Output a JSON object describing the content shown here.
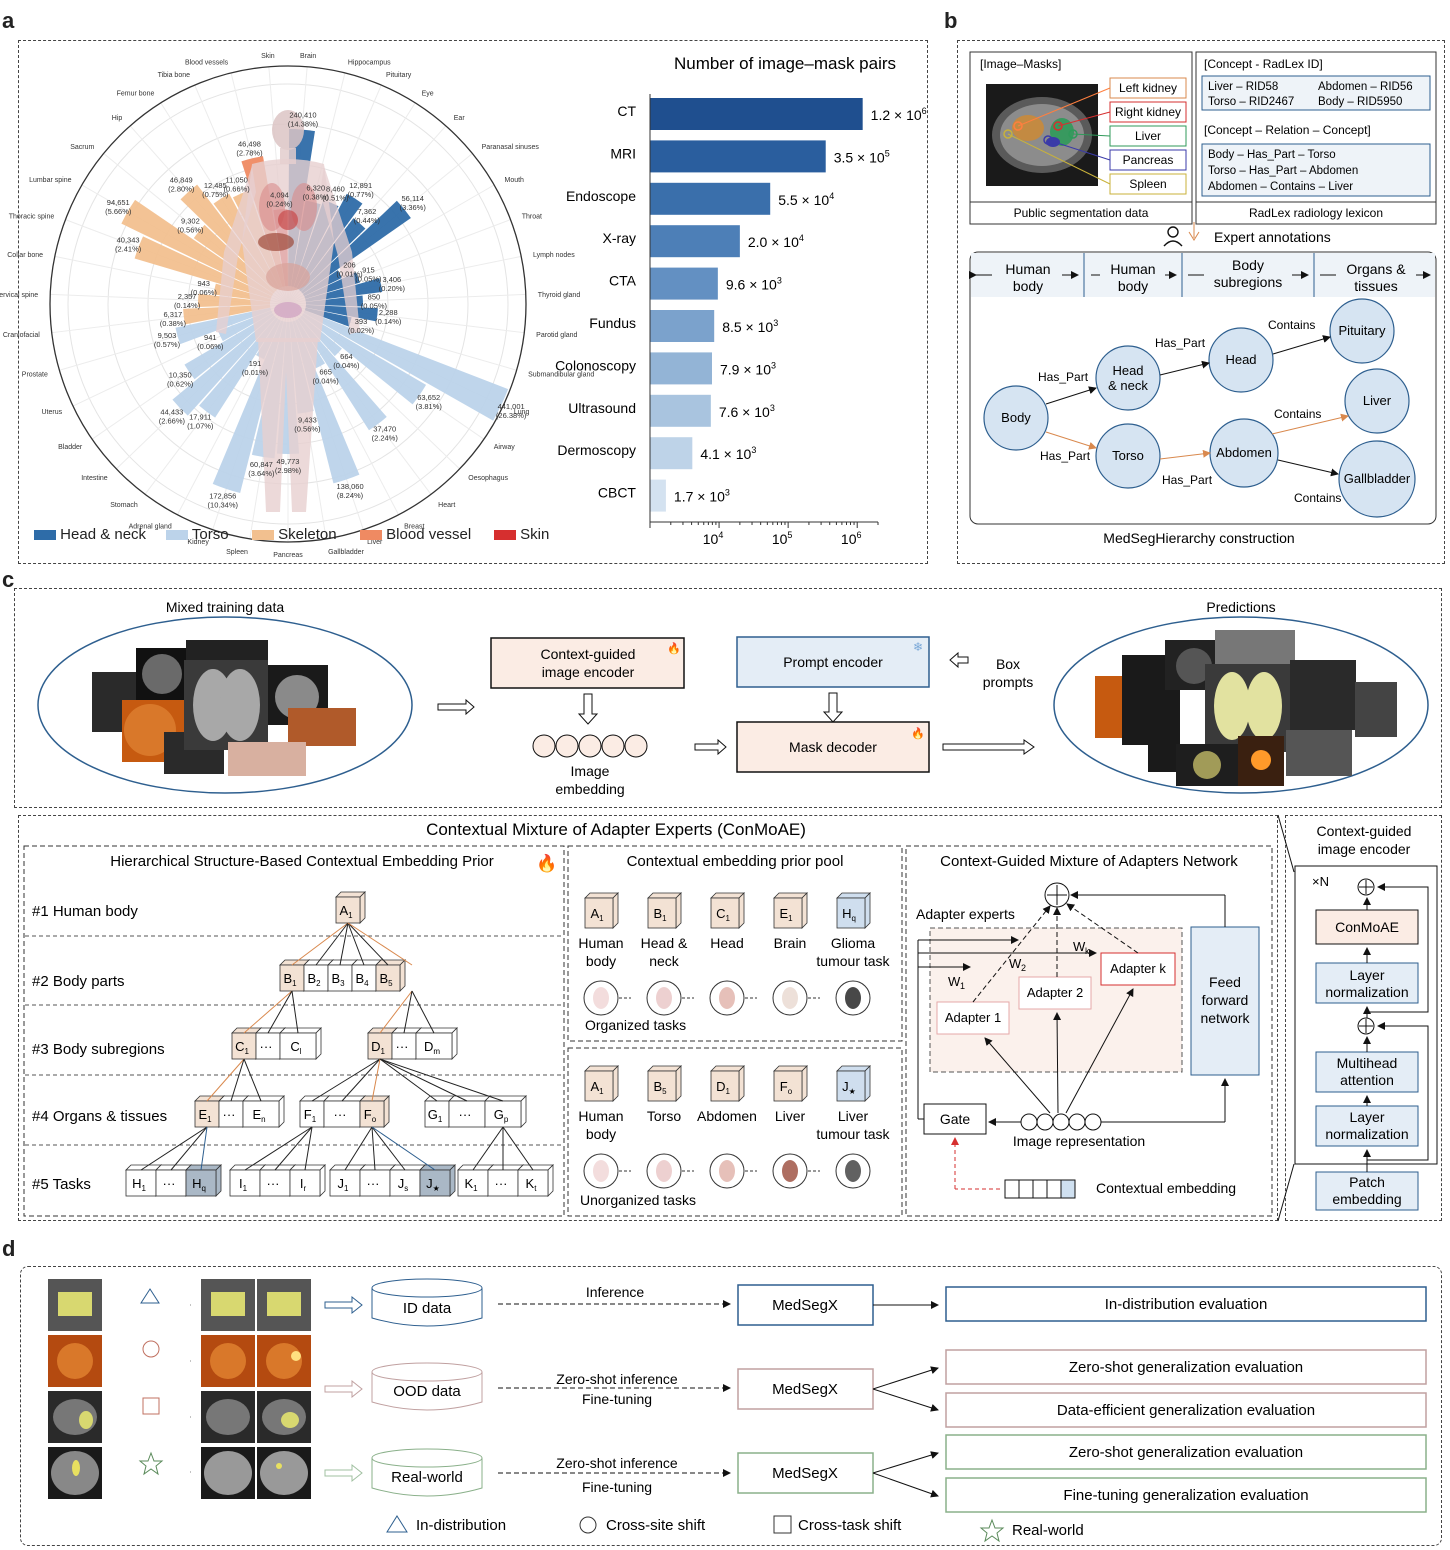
{
  "panels": {
    "a": "a",
    "b": "b",
    "c": "c",
    "d": "d"
  },
  "radial": {
    "categories": [
      {
        "label": "Brain",
        "value": "240,410",
        "pct": "(14.38%)",
        "group": "head",
        "len": 175
      },
      {
        "label": "Hippocampus",
        "value": "6,320",
        "pct": "(0.38%)",
        "group": "head",
        "len": 105
      },
      {
        "label": "Pituitary",
        "value": "8,460",
        "pct": "(0.51%)",
        "group": "head",
        "len": 110
      },
      {
        "label": "Eye",
        "value": "12,891",
        "pct": "(0.77%)",
        "group": "head",
        "len": 125
      },
      {
        "label": "Ear",
        "value": "7,362",
        "pct": "(0.44%)",
        "group": "head",
        "len": 108
      },
      {
        "label": "Paranasal sinuses",
        "value": "56,114",
        "pct": "(3.36%)",
        "group": "head",
        "len": 150
      },
      {
        "label": "Mouth",
        "value": "206",
        "pct": "(0.01%)",
        "group": "head",
        "len": 60
      },
      {
        "label": "Throat",
        "value": "915",
        "pct": "(0.05%)",
        "group": "head",
        "len": 75
      },
      {
        "label": "Lymph nodes",
        "value": "3,406",
        "pct": "(0.20%)",
        "group": "head",
        "len": 95
      },
      {
        "label": "Thyroid gland",
        "value": "850",
        "pct": "(0.05%)",
        "group": "head",
        "len": 75
      },
      {
        "label": "Parotid gland",
        "value": "2,288",
        "pct": "(0.14%)",
        "group": "head",
        "len": 90
      },
      {
        "label": "Submandibular gland",
        "value": "393",
        "pct": "(0.02%)",
        "group": "head",
        "len": 65
      },
      {
        "label": "Lung",
        "value": "441,001",
        "pct": "(26.38%)",
        "group": "torso",
        "len": 240
      },
      {
        "label": "Airway",
        "value": "63,652",
        "pct": "(3.81%)",
        "group": "torso",
        "len": 160
      },
      {
        "label": "Oesophagus",
        "value": "664",
        "pct": "(0.04%)",
        "group": "torso",
        "len": 70
      },
      {
        "label": "Heart",
        "value": "37,470",
        "pct": "(2.24%)",
        "group": "torso",
        "len": 150
      },
      {
        "label": "Breast",
        "value": "665",
        "pct": "(0.04%)",
        "group": "torso",
        "len": 70
      },
      {
        "label": "Liver",
        "value": "138,060",
        "pct": "(8.24%)",
        "group": "torso",
        "len": 185
      },
      {
        "label": "Gallbladder",
        "value": "9,433",
        "pct": "(0.56%)",
        "group": "torso",
        "len": 110
      },
      {
        "label": "Pancreas",
        "value": "49,773",
        "pct": "(2.98%)",
        "group": "torso",
        "len": 150
      },
      {
        "label": "Spleen",
        "value": "60,847",
        "pct": "(3.64%)",
        "group": "torso",
        "len": 155
      },
      {
        "label": "Kidney",
        "value": "172,856",
        "pct": "(10.34%)",
        "group": "torso",
        "len": 195
      },
      {
        "label": "Adrenal gland",
        "value": "191",
        "pct": "(0.01%)",
        "group": "torso",
        "len": 60
      },
      {
        "label": "Stomach",
        "value": "17,911",
        "pct": "(1.07%)",
        "group": "torso",
        "len": 135
      },
      {
        "label": "Intestine",
        "value": "44,433",
        "pct": "(2.66%)",
        "group": "torso",
        "len": 150
      },
      {
        "label": "Bladder",
        "value": "10,350",
        "pct": "(0.62%)",
        "group": "torso",
        "len": 120
      },
      {
        "label": "Uterus",
        "value": "941",
        "pct": "(0.06%)",
        "group": "torso",
        "len": 75
      },
      {
        "label": "Prostate",
        "value": "9,503",
        "pct": "(0.57%)",
        "group": "torso",
        "len": 115
      },
      {
        "label": "Craniofacial",
        "value": "6,317",
        "pct": "(0.38%)",
        "group": "skeleton",
        "len": 105
      },
      {
        "label": "Cervical spine",
        "value": "2,357",
        "pct": "(0.14%)",
        "group": "skeleton",
        "len": 90
      },
      {
        "label": "Collar bone",
        "value": "943",
        "pct": "(0.06%)",
        "group": "skeleton",
        "len": 75
      },
      {
        "label": "Thoracic spine",
        "value": "40,343",
        "pct": "(2.41%)",
        "group": "skeleton",
        "len": 160
      },
      {
        "label": "Lumbar spine",
        "value": "94,651",
        "pct": "(5.66%)",
        "group": "skeleton",
        "len": 185
      },
      {
        "label": "Sacrum",
        "value": "9,302",
        "pct": "(0.56%)",
        "group": "skeleton",
        "len": 115
      },
      {
        "label": "Hip",
        "value": "46,849",
        "pct": "(2.80%)",
        "group": "skeleton",
        "len": 150
      },
      {
        "label": "Femur bone",
        "value": "12,485",
        "pct": "(0.75%)",
        "group": "skeleton",
        "len": 125
      },
      {
        "label": "Tibia bone",
        "value": "11,050",
        "pct": "(0.66%)",
        "group": "skeleton",
        "len": 120
      },
      {
        "label": "Blood vessels",
        "value": "46,498",
        "pct": "(2.78%)",
        "group": "vessel",
        "len": 150
      },
      {
        "label": "Skin",
        "value": "4,094",
        "pct": "(0.24%)",
        "group": "skin",
        "len": 95
      }
    ],
    "legend": [
      {
        "label": "Head & neck",
        "color": "#2e6ca8"
      },
      {
        "label": "Torso",
        "color": "#bcd3ea"
      },
      {
        "label": "Skeleton",
        "color": "#f2c08f"
      },
      {
        "label": "Blood vessel",
        "color": "#ef8a62"
      },
      {
        "label": "Skin",
        "color": "#d62f2f"
      }
    ],
    "colors": {
      "head": "#2e6ca8",
      "torso": "#bcd3ea",
      "skeleton": "#f2c08f",
      "vessel": "#ef8a62",
      "skin": "#d62f2f"
    }
  },
  "chart_data": {
    "type": "bar",
    "title": "Number of image–mask pairs",
    "categories": [
      "CT",
      "MRI",
      "Endoscope",
      "X-ray",
      "CTA",
      "Fundus",
      "Colonoscopy",
      "Ultrasound",
      "Dermoscopy",
      "CBCT"
    ],
    "values": [
      1200000,
      350000,
      55000,
      20000,
      9600,
      8500,
      7900,
      7600,
      4100,
      1700
    ],
    "value_labels": [
      [
        "1.2 × 10",
        "6"
      ],
      [
        "3.5 × 10",
        "5"
      ],
      [
        "5.5 × 10",
        "4"
      ],
      [
        "2.0 × 10",
        "4"
      ],
      [
        "9.6 × 10",
        "3"
      ],
      [
        "8.5 × 10",
        "3"
      ],
      [
        "7.9 × 10",
        "3"
      ],
      [
        "7.6 × 10",
        "3"
      ],
      [
        "4.1 × 10",
        "3"
      ],
      [
        "1.7 × 10",
        "3"
      ]
    ],
    "xscale": "log",
    "xlim": [
      1000,
      2000000
    ],
    "xticks": [
      [
        "10",
        "4"
      ],
      [
        "10",
        "5"
      ],
      [
        "10",
        "6"
      ]
    ],
    "colors": [
      "#1f4f8f",
      "#2a5e9e",
      "#3a6fab",
      "#4d7fb7",
      "#6390c2",
      "#7ba2cc",
      "#93b4d6",
      "#a9c4df",
      "#bed3e8",
      "#d4e2f0"
    ]
  },
  "b": {
    "image_masks": "[Image–Masks]",
    "concept_id": "[Concept - RadLex ID]",
    "mask_labels": [
      "Left kidney",
      "Right kidney",
      "Liver",
      "Pancreas",
      "Spleen"
    ],
    "ids": [
      "Liver – RID58",
      "Abdomen – RID56",
      "Torso – RID2467",
      "Body – RID5950"
    ],
    "relation_title": "[Concept – Relation – Concept]",
    "relations": [
      "Body – Has_Part – Torso",
      "Torso – Has_Part – Abdomen",
      "Abdomen – Contains – Liver"
    ],
    "public": "Public segmentation data",
    "radlex": "RadLex radiology lexicon",
    "expert": "Expert annotations",
    "levels": [
      [
        "Human",
        "body"
      ],
      [
        "Human",
        "body"
      ],
      [
        "Body",
        "subregions"
      ],
      [
        "Organs &",
        "tissues"
      ]
    ],
    "nodes": {
      "body": "Body",
      "headneck": [
        "Head",
        "& neck"
      ],
      "head": "Head",
      "pituitary": "Pituitary",
      "torso": "Torso",
      "abdomen": "Abdomen",
      "liver": "Liver",
      "gallbladder": "Gallbladder"
    },
    "edges": {
      "has_part": "Has_Part",
      "contains": "Contains"
    },
    "caption": "MedSegHierarchy construction"
  },
  "c": {
    "mixed": "Mixed training data",
    "predictions": "Predictions",
    "img_encoder": [
      "Context-guided",
      "image encoder"
    ],
    "prompt_encoder": "Prompt encoder",
    "box": [
      "Box",
      "prompts"
    ],
    "mask_decoder": "Mask decoder",
    "embedding": [
      "Image",
      "embedding"
    ],
    "conmoae_title": "Contextual Mixture of Adapter Experts (ConMoAE)",
    "hier_title": "Hierarchical Structure-Based Contextual Embedding Prior",
    "levels": [
      "#1 Human body",
      "#2 Body parts",
      "#3 Body subregions",
      "#4 Organs & tissues",
      "#5 Tasks"
    ],
    "pool_title": "Contextual embedding prior pool",
    "pool_org": [
      [
        "A",
        "1",
        "Human",
        "body"
      ],
      [
        "B",
        "1",
        "Head &",
        "neck"
      ],
      [
        "C",
        "1",
        "Head",
        ""
      ],
      [
        "E",
        "1",
        "Brain",
        ""
      ],
      [
        "H",
        "q",
        "Glioma",
        "tumour task"
      ]
    ],
    "organized": "Organized tasks",
    "pool_unorg": [
      [
        "A",
        "1",
        "Human",
        "body"
      ],
      [
        "B",
        "5",
        "Torso",
        ""
      ],
      [
        "D",
        "1",
        "Abdomen",
        ""
      ],
      [
        "F",
        "o",
        "Liver",
        ""
      ],
      [
        "J",
        "★",
        "Liver",
        "tumour task"
      ]
    ],
    "unorganized": "Unorganized tasks",
    "moa_title": "Context-Guided Mixture of Adapters Network",
    "adapter_experts": "Adapter experts",
    "adapters": [
      "Adapter 1",
      "Adapter 2",
      "Adapter k"
    ],
    "weights": [
      [
        "W",
        "1"
      ],
      [
        "W",
        "2"
      ],
      [
        "W",
        "k"
      ]
    ],
    "ffn": [
      "Feed",
      "forward",
      "network"
    ],
    "gate": "Gate",
    "image_rep": "Image representation",
    "ctx_emb": "Contextual embedding",
    "enc_title": [
      "Context-guided",
      "image encoder"
    ],
    "xn": "×N",
    "enc_blocks": [
      [
        "ConMoAE"
      ],
      [
        "Layer",
        "normalization"
      ],
      [
        "Multihead",
        "attention"
      ],
      [
        "Layer",
        "normalization"
      ],
      [
        "Patch",
        "embedding"
      ]
    ]
  },
  "d": {
    "id_data": "ID data",
    "ood_data": "OOD data",
    "real": "Real-world",
    "inference": "Inference",
    "zs_inf": "Zero-shot inference",
    "ft": "Fine-tuning",
    "model": "MedSegX",
    "evals": [
      "In-distribution evaluation",
      "Zero-shot generalization evaluation",
      "Data-efficient generalization evaluation",
      "Zero-shot generalization evaluation",
      "Fine-tuning generalization evaluation"
    ],
    "legend": [
      "In-distribution",
      "Cross-site shift",
      "Cross-task shift",
      "Real-world"
    ]
  }
}
